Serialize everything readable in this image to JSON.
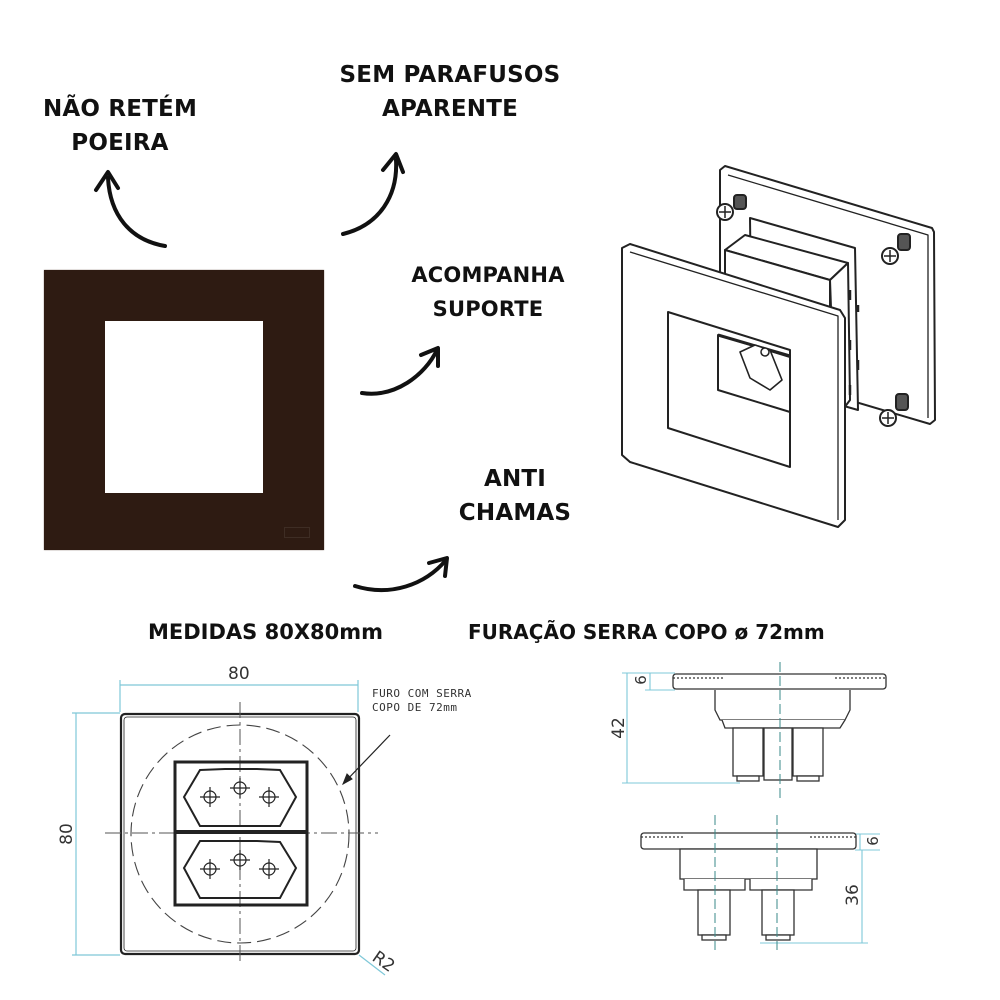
{
  "features": [
    {
      "id": "dust",
      "lines": [
        "NÃO RETÉM",
        "POEIRA"
      ]
    },
    {
      "id": "screws",
      "lines": [
        "SEM PARAFUSOS",
        "APARENTE"
      ]
    },
    {
      "id": "support",
      "lines": [
        "ACOMPANHA",
        "SUPORTE"
      ]
    },
    {
      "id": "flame",
      "lines": [
        "ANTI",
        "CHAMAS"
      ]
    }
  ],
  "headings": {
    "measures": "MEDIDAS 80X80mm",
    "drilling": "FURAÇÃO SERRA COPO ø 72mm"
  },
  "product": {
    "frame_color": "#2e1b12",
    "description": "Brown square wall plate with mounting support"
  },
  "front_drawing": {
    "width_label": "80",
    "height_label": "80",
    "radius_label": "R2",
    "note_lines": [
      "FURO COM SERRA",
      "COPO DE 72mm"
    ],
    "dimension_color": "#7fc8d8"
  },
  "side_drawing_top": {
    "thickness_label": "6",
    "depth_label": "42"
  },
  "side_drawing_bottom": {
    "thickness_label": "6",
    "depth_label": "36"
  },
  "icons": {
    "arrows": [
      "curved-arrow-up-left",
      "curved-arrow-up-right",
      "curved-arrow-right",
      "curved-arrow-right"
    ]
  }
}
